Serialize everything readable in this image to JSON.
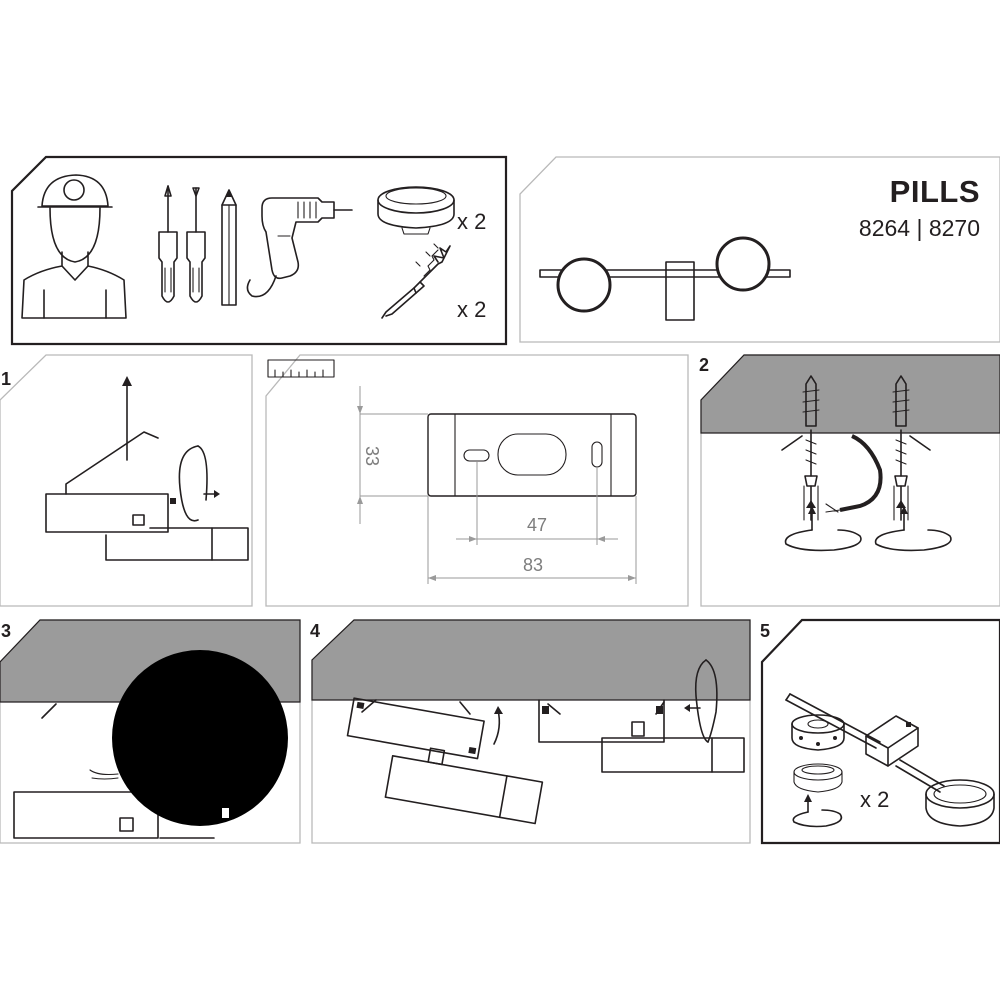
{
  "product": {
    "title": "PILLS",
    "codes": "8264 | 8270"
  },
  "tools": {
    "fixture_qty": "x 2",
    "anchor_qty": "x 2"
  },
  "steps": [
    {
      "number": "1"
    },
    {
      "number": "2"
    },
    {
      "number": "3"
    },
    {
      "number": "4"
    },
    {
      "number": "5"
    }
  ],
  "dimensions": {
    "height": "33",
    "hole_spacing": "47",
    "width": "83"
  },
  "step5": {
    "qty": "x 2"
  },
  "colors": {
    "line": "#231f20",
    "ceiling": "#9b9b9b",
    "panel_border": "#b9b9b9",
    "dimension": "#9a9a9a"
  }
}
